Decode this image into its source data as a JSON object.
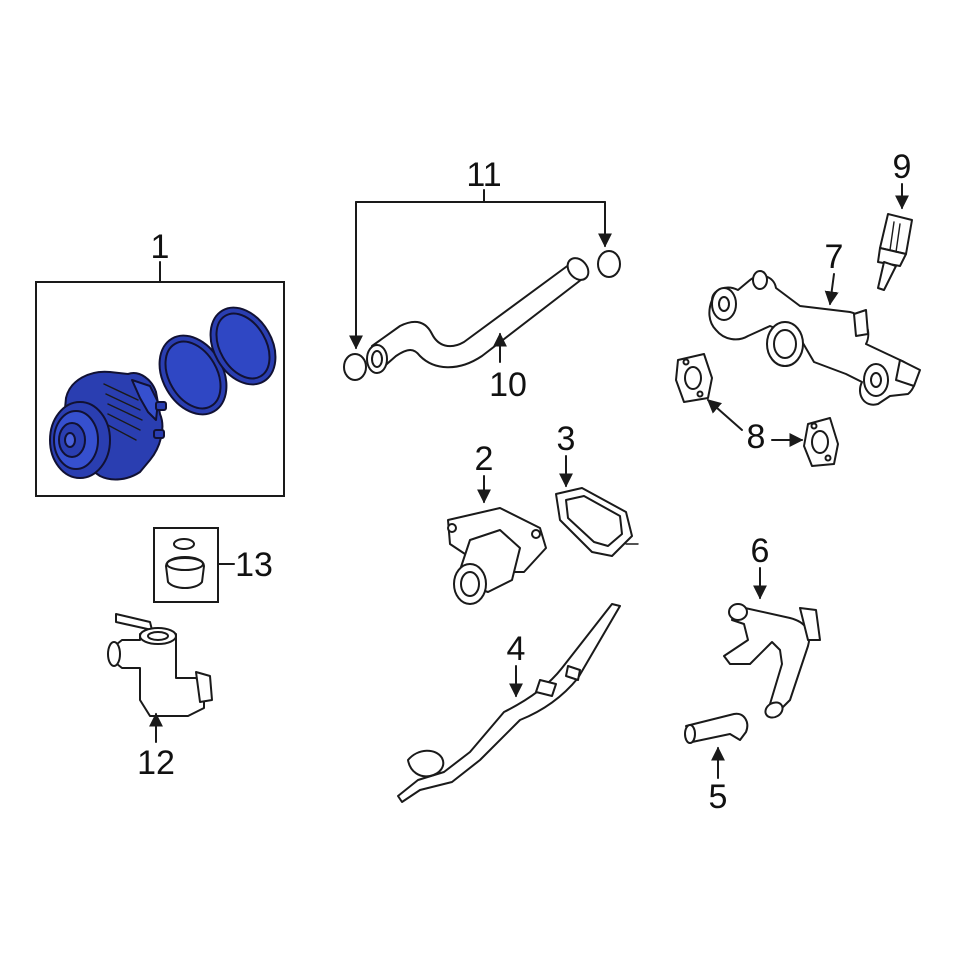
{
  "diagram": {
    "highlight_color": "#2a3eb1",
    "line_color": "#1a1a1a",
    "background": "#ffffff",
    "callouts": {
      "c1": "1",
      "c2": "2",
      "c3": "3",
      "c4": "4",
      "c5": "5",
      "c6": "6",
      "c7": "7",
      "c8": "8",
      "c9": "9",
      "c10": "10",
      "c11": "11",
      "c12": "12",
      "c13": "13"
    }
  }
}
